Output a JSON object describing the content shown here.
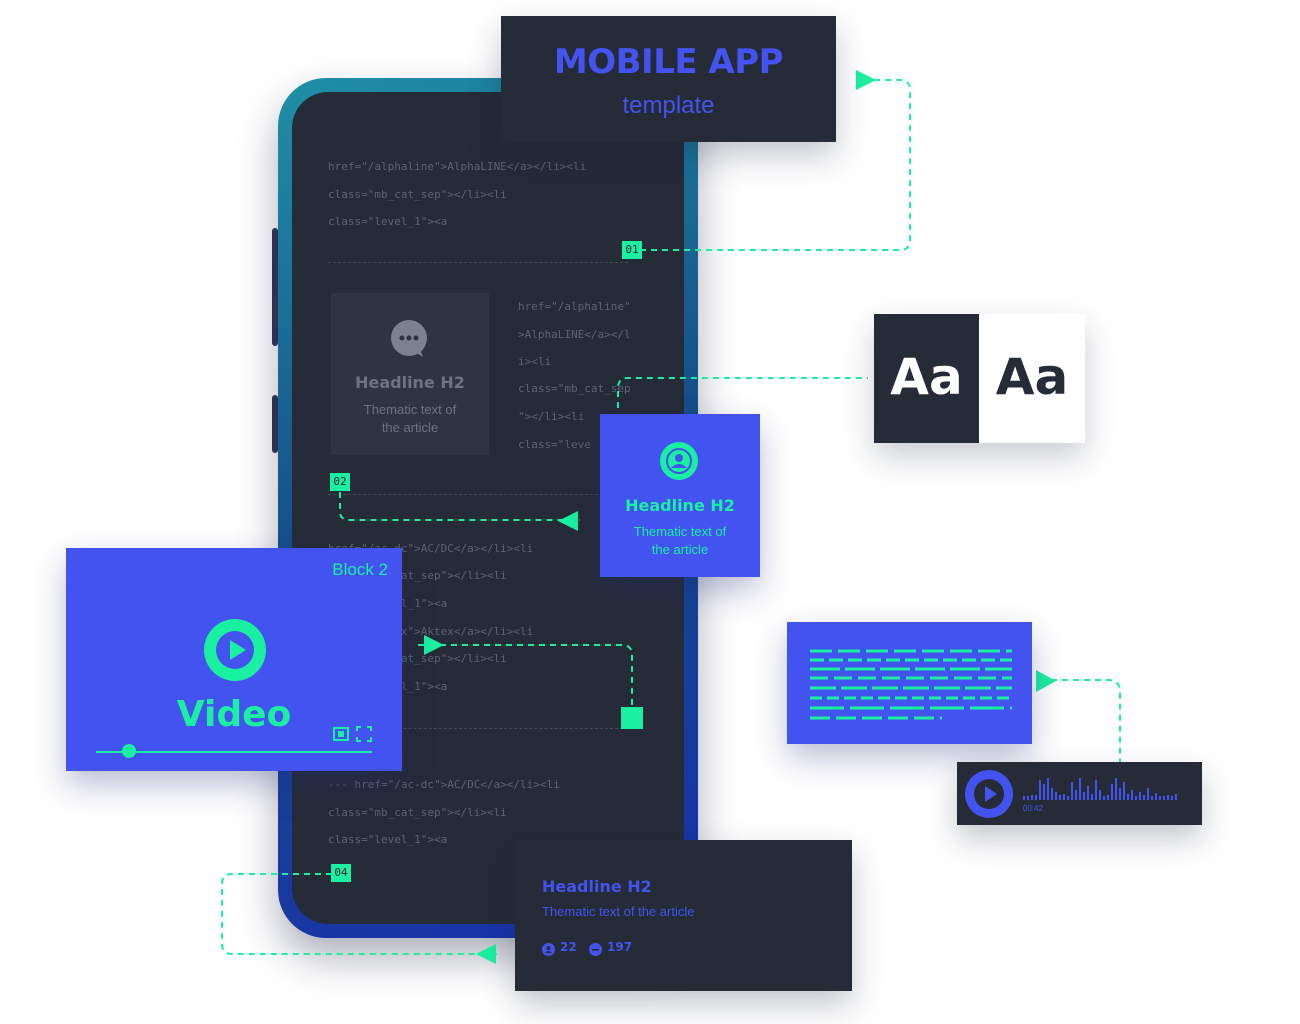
{
  "title_card": {
    "title": "MOBILE APP",
    "subtitle": "template"
  },
  "code_lines": {
    "a1": "href=\"/alphaline\">AlphaLINE</a></li><li",
    "a2": "class=\"mb_cat_sep\"></li><li",
    "a3": "class=\"level_1\"><a",
    "b1": "href=\"/alphaline\"",
    "b2": ">AlphaLINE</a></l",
    "b3": "i><li",
    "b4": "class=\"mb_cat_sep",
    "b5": "\"></li><li",
    "b6": "class=\"leve",
    "c1": "href=\"/ac-dc\">AC/DC</a></li><li",
    "c2": "class=\"mb_cat_sep\"></li><li",
    "c3": "class=\"level_1\"><a",
    "c4": "href=\"/aktex\">Aktex</a></li><li",
    "c5": "class=\"mb_cat_sep\"></li><li",
    "c6": "class=\"level_1\"><a",
    "d1": "--- href=\"/ac-dc\">AC/DC</a></li><li",
    "d2": "class=\"mb_cat_sep\"></li><li",
    "d3": "class=\"level_1\"><a"
  },
  "badges": {
    "b01": "01",
    "b02": "02",
    "b04": "04"
  },
  "ghost_card": {
    "title": "Headline H2",
    "text_line1": "Thematic text of",
    "text_line2": "the article"
  },
  "blue_card": {
    "title": "Headline H2",
    "text_line1": "Thematic text of",
    "text_line2": "the article"
  },
  "video_card": {
    "label": "Block 2",
    "title": "Video",
    "progress": 0.12
  },
  "type_card": {
    "dark_sample": "Aa",
    "light_sample": "Aa"
  },
  "audio_card": {
    "time": "00:42"
  },
  "article_card": {
    "title": "Headline H2",
    "text": "Thematic text of the article",
    "likes": "22",
    "comments": "197"
  },
  "colors": {
    "accent": "#19f0a0",
    "blue": "#4353f0",
    "dark": "#262b38",
    "light_text": "#4353f0"
  },
  "icons": [
    "chat-bubble-icon",
    "user-circle-icon",
    "play-icon",
    "fullscreen-icon",
    "subtitles-icon",
    "like-icon",
    "comment-icon"
  ]
}
